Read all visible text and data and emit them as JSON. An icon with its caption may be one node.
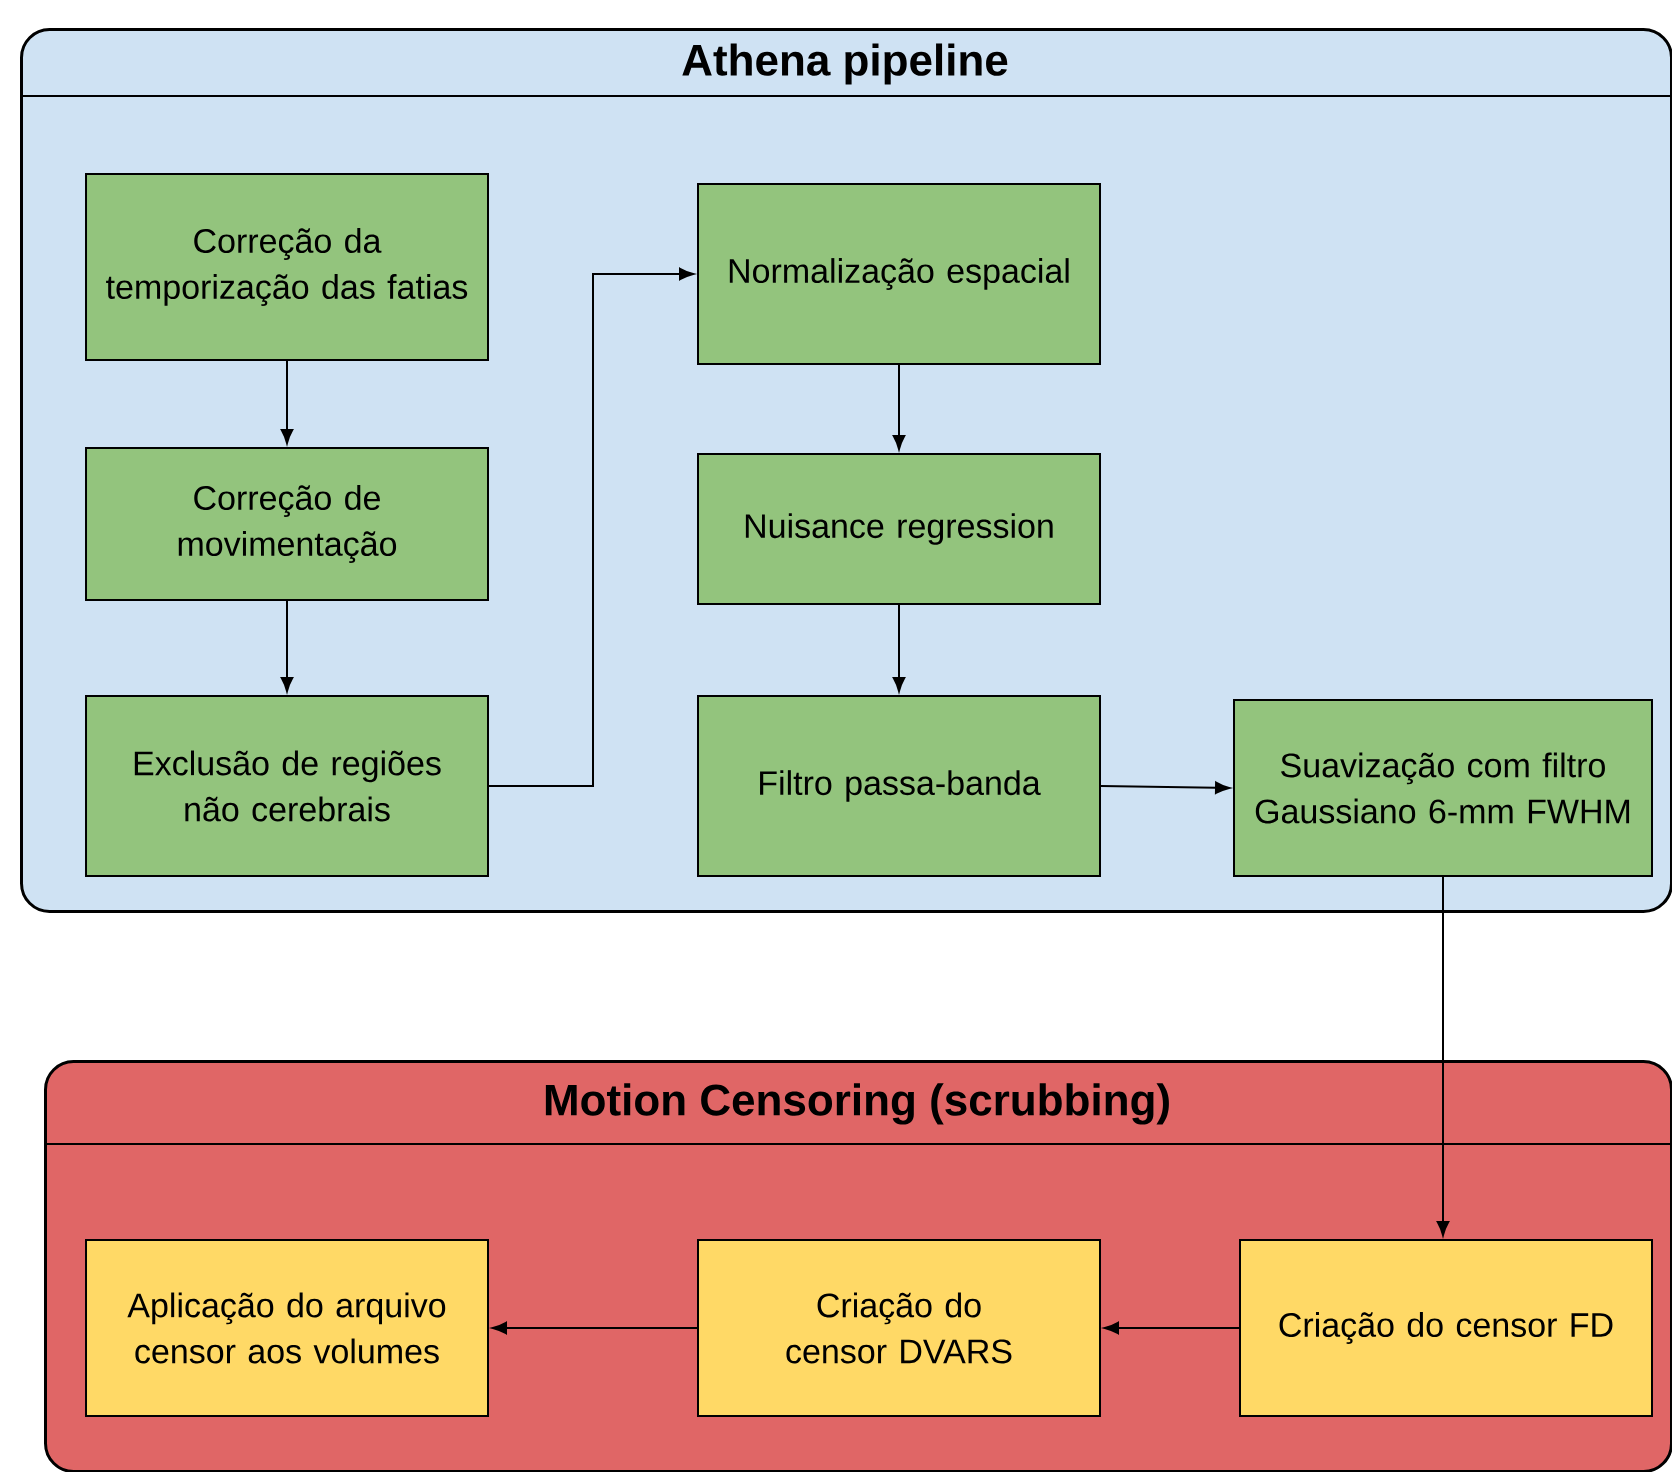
{
  "diagram": {
    "nodes": [
      {
        "text": [
          "Athena pipeline"
        ]
      },
      {
        "text": [
          "Correção da temporização das fatias"
        ],
        "in": 0
      },
      {
        "text": [
          "Correção de movimentação"
        ],
        "in": 0
      },
      {
        "text": [
          "Exclusão de regiões não cerebrais"
        ],
        "in": 0
      },
      {
        "text": [
          "Normalização espacial"
        ],
        "in": 0
      },
      {
        "text": [
          "Nuisance regression"
        ],
        "in": 0
      },
      {
        "text": [
          "Filtro passa-banda"
        ],
        "in": 0
      },
      {
        "text": [
          "Suavização com filtro Gaussiano 6-mm FWHM"
        ],
        "in": 0
      },
      {
        "text": [
          "Motion Censoring (scrubbing)"
        ]
      },
      {
        "text": [
          "Aplicação do arquivo censor aos volumes"
        ],
        "in": 8
      },
      {
        "text": [
          "Criação do censor DVARS"
        ],
        "in": 8
      },
      {
        "text": [
          "Criação do censor FD"
        ],
        "in": 8
      }
    ],
    "edges": [
      {
        "from": 1,
        "to": 2,
        "arrow": "to"
      },
      {
        "from": 2,
        "to": 3,
        "arrow": "to"
      },
      {
        "from": 3,
        "to": 4,
        "arrow": "to"
      },
      {
        "from": 4,
        "to": 5,
        "arrow": "to"
      },
      {
        "from": 5,
        "to": 6,
        "arrow": "to"
      },
      {
        "from": 6,
        "to": 7,
        "arrow": "to"
      },
      {
        "from": 7,
        "to": 11,
        "arrow": "to"
      },
      {
        "from": 11,
        "to": 10,
        "arrow": "to"
      },
      {
        "from": 10,
        "to": 9,
        "arrow": "to"
      }
    ]
  }
}
